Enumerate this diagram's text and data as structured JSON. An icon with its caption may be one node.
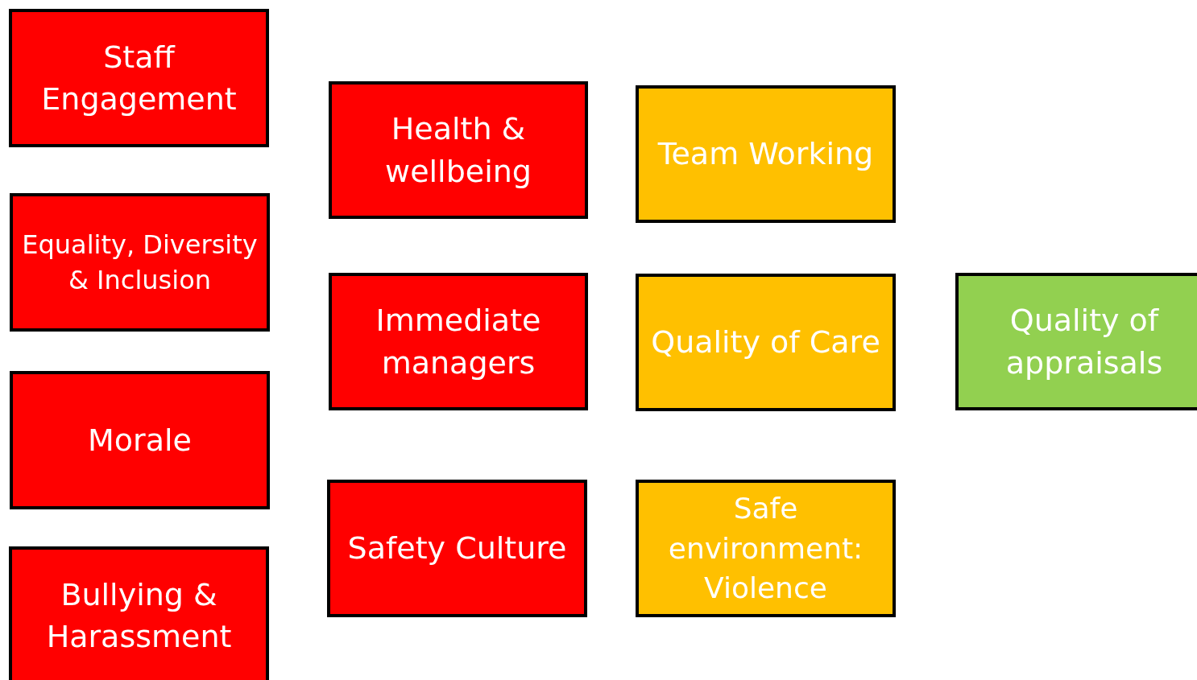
{
  "diagram": {
    "nodes": [
      {
        "text": [
          "Staff Engagement"
        ]
      },
      {
        "text": [
          "Equality, Diversity & Inclusion"
        ]
      },
      {
        "text": [
          "Morale"
        ]
      },
      {
        "text": [
          "Bullying & Harassment"
        ]
      },
      {
        "text": [
          "Health & wellbeing"
        ]
      },
      {
        "text": [
          "Immediate managers"
        ]
      },
      {
        "text": [
          "Safety Culture"
        ]
      },
      {
        "text": [
          "Team Working"
        ]
      },
      {
        "text": [
          "Quality of Care"
        ]
      },
      {
        "text": [
          "Safe environment: Violence"
        ]
      },
      {
        "text": [
          "Quality of appraisals"
        ]
      }
    ]
  }
}
